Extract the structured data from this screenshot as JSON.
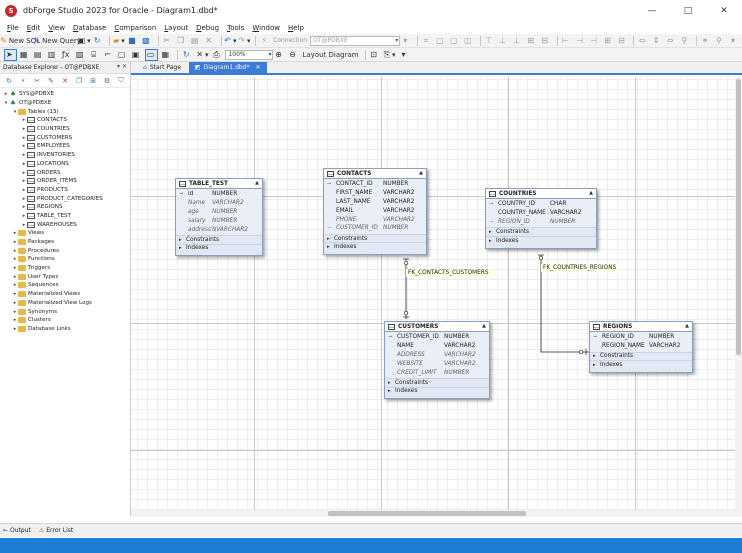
{
  "window": {
    "title": "dbForge Studio 2023 for Oracle - Diagram1.dbd*",
    "logo_glyph": "S",
    "minimize": "—",
    "maximize": "□",
    "close": "✕"
  },
  "menu": [
    {
      "label": "File",
      "accel": "F",
      "rest": "ile"
    },
    {
      "label": "Edit",
      "accel": "E",
      "rest": "dit"
    },
    {
      "label": "View",
      "accel": "V",
      "rest": "iew"
    },
    {
      "label": "Database",
      "accel": "D",
      "rest": "atabase"
    },
    {
      "label": "Comparison",
      "accel": "C",
      "rest": "omparison"
    },
    {
      "label": "Layout",
      "accel": "L",
      "rest": "ayout"
    },
    {
      "label": "Debug",
      "accel": "D",
      "rest": "ebug"
    },
    {
      "label": "Tools",
      "accel": "T",
      "rest": "ools"
    },
    {
      "label": "Window",
      "accel": "W",
      "rest": "indow"
    },
    {
      "label": "Help",
      "accel": "H",
      "rest": "elp"
    }
  ],
  "toolbar1": {
    "new_sql": "New SQL",
    "new_query": "New Query",
    "connection_label": "Connection",
    "connection_value": "OT@PDBXE"
  },
  "toolbar2": {
    "zoom": "100%",
    "layout_diagram": "Layout Diagram"
  },
  "explorer": {
    "title": "Database Explorer - OT@PDBXE",
    "pin": "▾ ✕",
    "tree": [
      {
        "level": 0,
        "exp": "▸",
        "icon": "conn",
        "label": "SYS@PDBXE"
      },
      {
        "level": 0,
        "exp": "▾",
        "icon": "conn",
        "label": "OT@PDBXE"
      },
      {
        "level": 1,
        "exp": "▾",
        "icon": "folder",
        "label": "Tables (13)"
      },
      {
        "level": 2,
        "exp": "▸",
        "icon": "table",
        "label": "CONTACTS"
      },
      {
        "level": 2,
        "exp": "▸",
        "icon": "table",
        "label": "COUNTRIES"
      },
      {
        "level": 2,
        "exp": "▸",
        "icon": "table",
        "label": "CUSTOMERS"
      },
      {
        "level": 2,
        "exp": "▸",
        "icon": "table",
        "label": "EMPLOYEES"
      },
      {
        "level": 2,
        "exp": "▸",
        "icon": "table",
        "label": "INVENTORIES"
      },
      {
        "level": 2,
        "exp": "▸",
        "icon": "table",
        "label": "LOCATIONS"
      },
      {
        "level": 2,
        "exp": "▸",
        "icon": "table",
        "label": "ORDERS"
      },
      {
        "level": 2,
        "exp": "▸",
        "icon": "table",
        "label": "ORDER_ITEMS"
      },
      {
        "level": 2,
        "exp": "▸",
        "icon": "table",
        "label": "PRODUCTS"
      },
      {
        "level": 2,
        "exp": "▸",
        "icon": "table",
        "label": "PRODUCT_CATEGORIES"
      },
      {
        "level": 2,
        "exp": "▸",
        "icon": "table",
        "label": "REGIONS"
      },
      {
        "level": 2,
        "exp": "▸",
        "icon": "table",
        "label": "TABLE_TEST"
      },
      {
        "level": 2,
        "exp": "▸",
        "icon": "table",
        "label": "WAREHOUSES"
      },
      {
        "level": 1,
        "exp": "▸",
        "icon": "folder",
        "label": "Views"
      },
      {
        "level": 1,
        "exp": "▸",
        "icon": "folder",
        "label": "Packages"
      },
      {
        "level": 1,
        "exp": "▸",
        "icon": "folder",
        "label": "Procedures"
      },
      {
        "level": 1,
        "exp": "▸",
        "icon": "folder",
        "label": "Functions"
      },
      {
        "level": 1,
        "exp": "▸",
        "icon": "folder",
        "label": "Triggers"
      },
      {
        "level": 1,
        "exp": "▸",
        "icon": "folder",
        "label": "User Types"
      },
      {
        "level": 1,
        "exp": "▸",
        "icon": "folder",
        "label": "Sequences"
      },
      {
        "level": 1,
        "exp": "▸",
        "icon": "folder",
        "label": "Materialized Views"
      },
      {
        "level": 1,
        "exp": "▸",
        "icon": "folder",
        "label": "Materialized View Logs"
      },
      {
        "level": 1,
        "exp": "▸",
        "icon": "folder",
        "label": "Synonyms"
      },
      {
        "level": 1,
        "exp": "▸",
        "icon": "folder",
        "label": "Clusters"
      },
      {
        "level": 1,
        "exp": "▸",
        "icon": "folder",
        "label": "Database Links"
      }
    ]
  },
  "tabs": [
    {
      "label": "Start Page",
      "active": false
    },
    {
      "label": "Diagram1.dbd*",
      "active": true,
      "close": "✕"
    }
  ],
  "entities": {
    "table_test": {
      "name": "TABLE_TEST",
      "columns": [
        {
          "key": "pk",
          "name": "id",
          "type": "NUMBER",
          "optional": false
        },
        {
          "key": "",
          "name": "Name",
          "type": "VARCHAR2",
          "optional": true
        },
        {
          "key": "",
          "name": "age",
          "type": "NUMBER",
          "optional": true
        },
        {
          "key": "",
          "name": "salary",
          "type": "NUMBER",
          "optional": true
        },
        {
          "key": "",
          "name": "address",
          "type": "NVARCHAR2",
          "optional": true
        }
      ]
    },
    "contacts": {
      "name": "CONTACTS",
      "columns": [
        {
          "key": "pk",
          "name": "CONTACT_ID",
          "type": "NUMBER",
          "optional": false
        },
        {
          "key": "",
          "name": "FIRST_NAME",
          "type": "VARCHAR2",
          "optional": false
        },
        {
          "key": "",
          "name": "LAST_NAME",
          "type": "VARCHAR2",
          "optional": false
        },
        {
          "key": "",
          "name": "EMAIL",
          "type": "VARCHAR2",
          "optional": false
        },
        {
          "key": "",
          "name": "PHONE",
          "type": "VARCHAR2",
          "optional": true
        },
        {
          "key": "fk",
          "name": "CUSTOMER_ID",
          "type": "NUMBER",
          "optional": true
        }
      ]
    },
    "countries": {
      "name": "COUNTRIES",
      "columns": [
        {
          "key": "pk",
          "name": "COUNTRY_ID",
          "type": "CHAR",
          "optional": false
        },
        {
          "key": "",
          "name": "COUNTRY_NAME",
          "type": "VARCHAR2",
          "optional": false
        },
        {
          "key": "fk",
          "name": "REGION_ID",
          "type": "NUMBER",
          "optional": true
        }
      ]
    },
    "customers": {
      "name": "CUSTOMERS",
      "columns": [
        {
          "key": "pk",
          "name": "CUSTOMER_ID",
          "type": "NUMBER",
          "optional": false
        },
        {
          "key": "",
          "name": "NAME",
          "type": "VARCHAR2",
          "optional": false
        },
        {
          "key": "",
          "name": "ADDRESS",
          "type": "VARCHAR2",
          "optional": true
        },
        {
          "key": "",
          "name": "WEBSITE",
          "type": "VARCHAR2",
          "optional": true
        },
        {
          "key": "",
          "name": "CREDIT_LIMIT",
          "type": "NUMBER",
          "optional": true
        }
      ]
    },
    "regions": {
      "name": "REGIONS",
      "columns": [
        {
          "key": "pk",
          "name": "REGION_ID",
          "type": "NUMBER",
          "optional": false
        },
        {
          "key": "",
          "name": "REGION_NAME",
          "type": "VARCHAR2",
          "optional": false
        }
      ]
    },
    "sections": {
      "constraints": "Constraints",
      "indexes": "Indexes"
    }
  },
  "relations": {
    "fk_contacts_customers": "FK_CONTACTS_CUSTOMERS",
    "fk_countries_regions": "FK_COUNTRIES_REGIONS"
  },
  "bottom_tabs": {
    "output": "Output",
    "error_list": "Error List"
  },
  "colors": {
    "accent": "#3d7bd9",
    "statusbar": "#1e7dd4",
    "entity_border": "#8a9fbf",
    "relation_label_bg": "#ffffe4"
  }
}
